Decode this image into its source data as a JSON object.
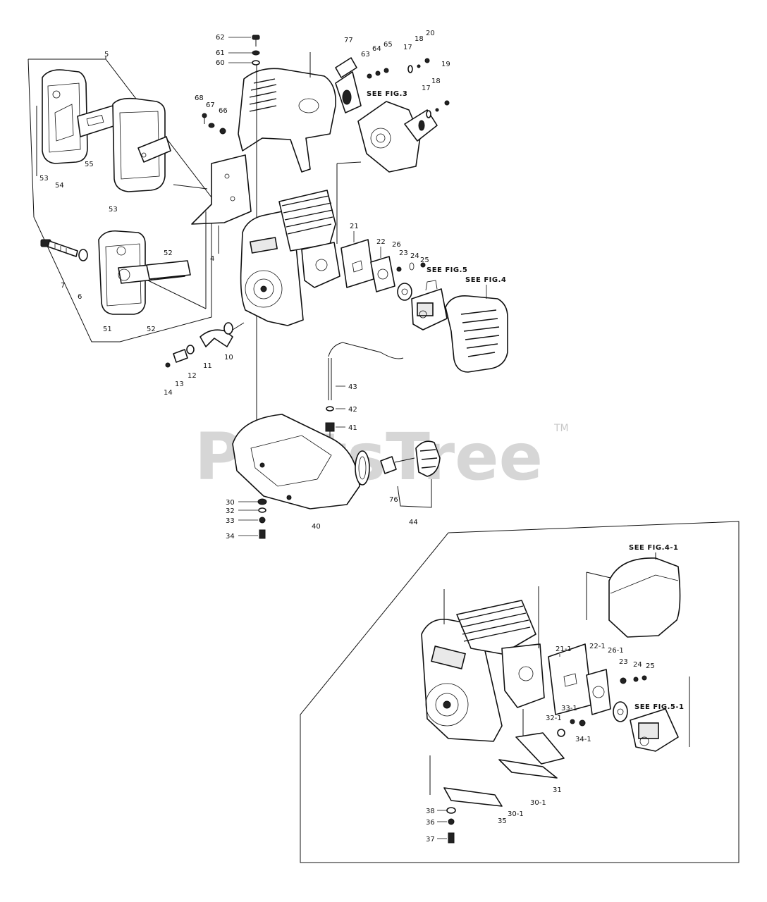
{
  "watermark": {
    "text": "PartsTree",
    "trademark": "TM"
  },
  "see_refs": {
    "fig3": "SEE FIG.3",
    "fig4": "SEE FIG.4",
    "fig5": "SEE FIG.5",
    "fig4_1": "SEE FIG.4-1",
    "fig5_1": "SEE FIG.5-1"
  },
  "callouts": [
    "5",
    "62",
    "61",
    "60",
    "77",
    "63",
    "64",
    "65",
    "17",
    "18",
    "20",
    "19",
    "17",
    "18",
    "68",
    "67",
    "66",
    "53",
    "54",
    "55",
    "53",
    "4",
    "7",
    "6",
    "51",
    "52",
    "52",
    "21",
    "22",
    "26",
    "23",
    "24",
    "25",
    "10",
    "11",
    "12",
    "13",
    "14",
    "43",
    "42",
    "41",
    "30",
    "32",
    "33",
    "34",
    "40",
    "76",
    "44",
    "21-1",
    "22-1",
    "26-1",
    "23",
    "24",
    "25",
    "33-1",
    "32-1",
    "34-1",
    "31",
    "30-1",
    "30-1",
    "35",
    "38",
    "36",
    "37"
  ]
}
